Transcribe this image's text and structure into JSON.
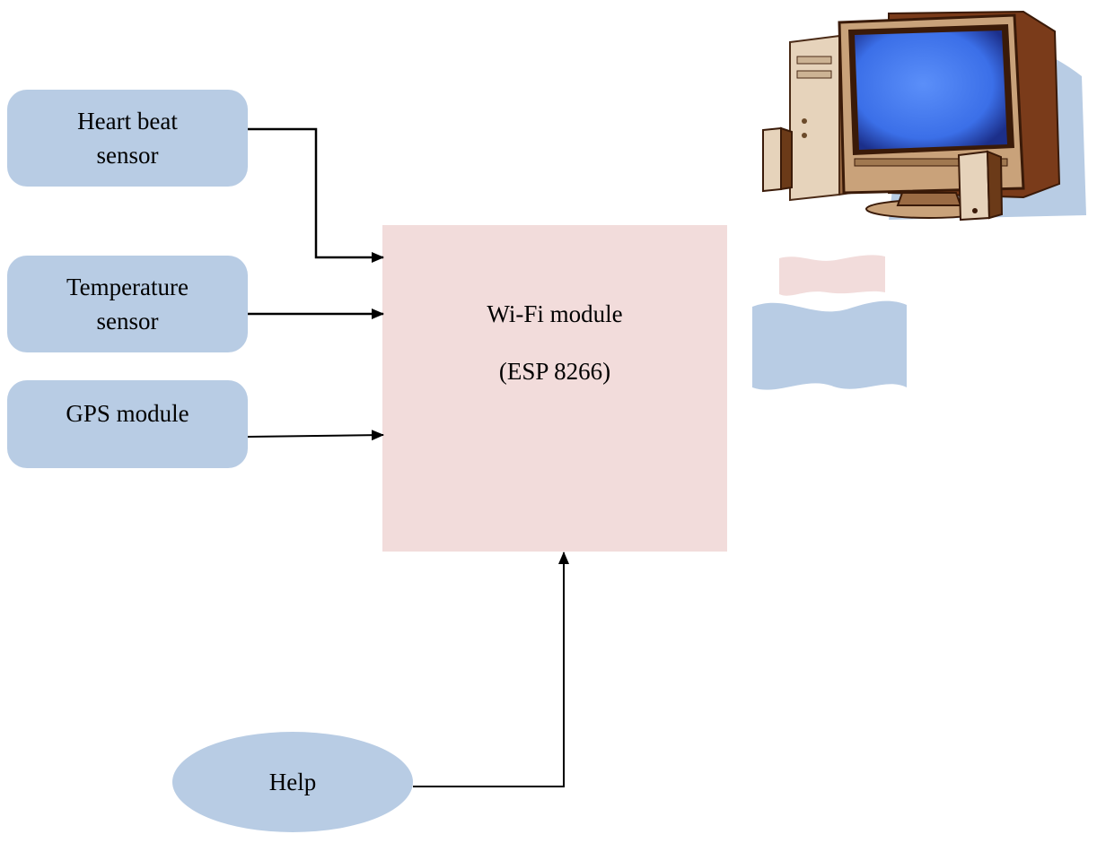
{
  "diagram": {
    "inputs": [
      {
        "id": "heart",
        "lines": [
          "Heart beat",
          "sensor"
        ]
      },
      {
        "id": "temp",
        "lines": [
          "Temperature",
          "sensor"
        ]
      },
      {
        "id": "gps",
        "lines": [
          "GPS module"
        ]
      }
    ],
    "controller": {
      "line1": "Wi-Fi module",
      "line2": "(ESP 8266)"
    },
    "trigger": {
      "label": "Help"
    },
    "icons": {
      "computer": "computer-icon",
      "cloud": "cloud-flag-icon"
    },
    "colors": {
      "input_fill": "#b8cce4",
      "controller_fill": "#f2dcdb",
      "arrow": "#000000"
    }
  }
}
